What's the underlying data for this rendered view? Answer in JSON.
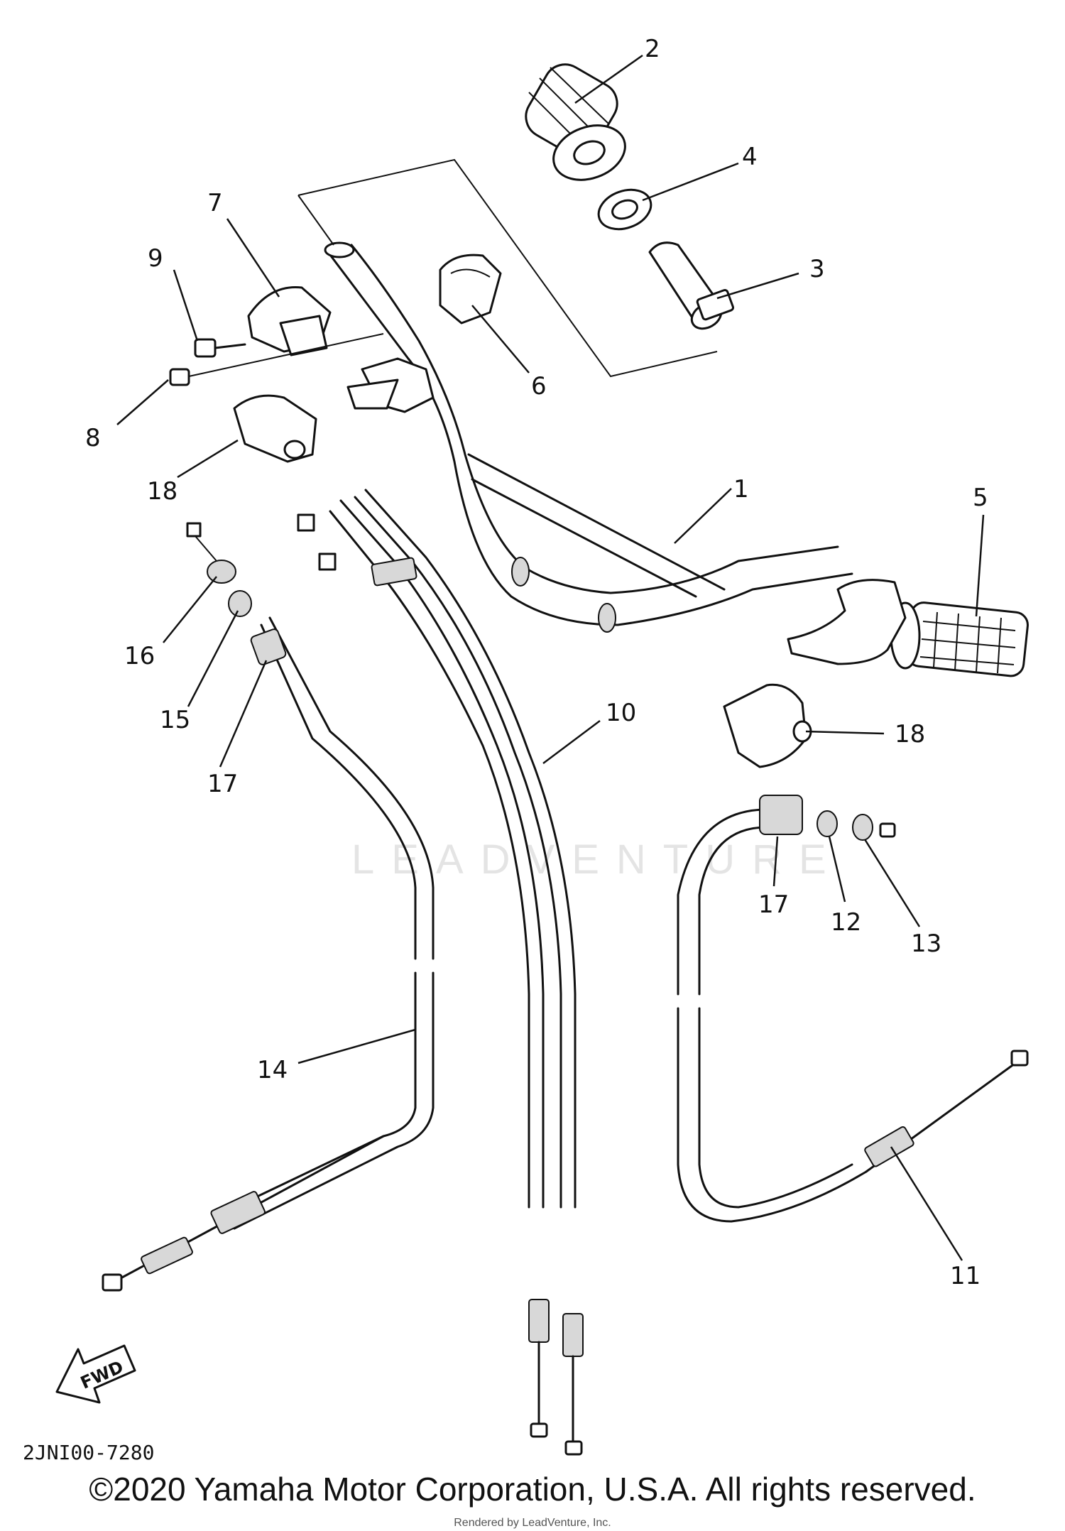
{
  "diagram": {
    "drawing_code": "2JNI00-7280",
    "fwd_label": "FWD",
    "watermark": "LEADVENTURE",
    "callouts": [
      {
        "id": "1",
        "label": "1"
      },
      {
        "id": "2",
        "label": "2"
      },
      {
        "id": "3",
        "label": "3"
      },
      {
        "id": "4",
        "label": "4"
      },
      {
        "id": "5",
        "label": "5"
      },
      {
        "id": "6",
        "label": "6"
      },
      {
        "id": "7",
        "label": "7"
      },
      {
        "id": "8",
        "label": "8"
      },
      {
        "id": "9",
        "label": "9"
      },
      {
        "id": "10",
        "label": "10"
      },
      {
        "id": "11",
        "label": "11"
      },
      {
        "id": "12",
        "label": "12"
      },
      {
        "id": "13",
        "label": "13"
      },
      {
        "id": "14",
        "label": "14"
      },
      {
        "id": "15",
        "label": "15"
      },
      {
        "id": "16",
        "label": "16"
      },
      {
        "id": "17a",
        "label": "17"
      },
      {
        "id": "17b",
        "label": "17"
      },
      {
        "id": "18a",
        "label": "18"
      },
      {
        "id": "18b",
        "label": "18"
      }
    ]
  },
  "footer": {
    "copyright": "©2020 Yamaha Motor Corporation, U.S.A. All rights reserved.",
    "render_credit": "Rendered by LeadVenture, Inc."
  }
}
